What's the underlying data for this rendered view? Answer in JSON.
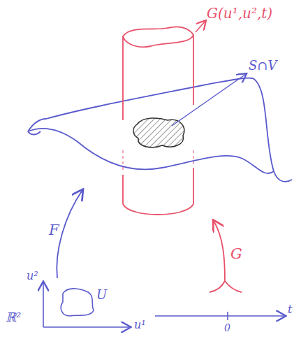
{
  "diagram": {
    "labels": [
      "G(u¹,u²,t)",
      "S∩V",
      "F",
      "G",
      "u²",
      "U",
      "ℝ²",
      "u¹",
      "0",
      "t"
    ]
  }
}
